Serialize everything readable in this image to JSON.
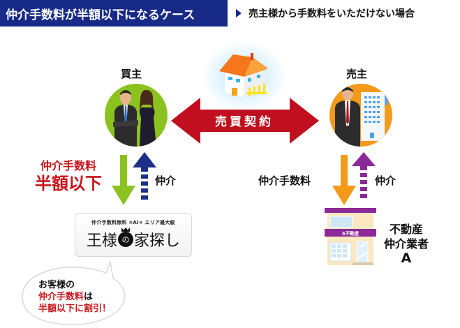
{
  "header": {
    "title": "仲介手数料が半額以下になるケース",
    "subtitle": "売主様から手数料をいただけない場合"
  },
  "parties": {
    "buyer": {
      "label": "買主",
      "circle_color": "#8cc21f"
    },
    "seller": {
      "label": "売主",
      "circle_color": "#f39a1a"
    }
  },
  "contract": {
    "label": "売買契約",
    "arrow_color": "#c0101f"
  },
  "buyer_flow": {
    "fee_line1": "仲介手数料",
    "fee_line2": "半額以下",
    "fee_arrow_color": "#8cc21f",
    "service_label": "仲介",
    "service_arrow_color": "#1c2f86"
  },
  "seller_flow": {
    "fee_label": "仲介手数料",
    "fee_arrow_color": "#f39a1a",
    "service_label": "仲介",
    "service_arrow_color": "#8b2a96"
  },
  "brand": {
    "tagline": "仲介手数料無料 ×AI× エリア最大級",
    "name_part1": "王様",
    "name_mid": "の",
    "name_part2": "家探し"
  },
  "agent": {
    "line1": "不動産",
    "line2": "仲介業者",
    "line3": "A",
    "sign_text": "A不動産",
    "sign_color": "#8b2a96"
  },
  "bubble": {
    "line1": "お客様の",
    "line2_red": "仲介手数料",
    "line2_black": "は",
    "line3": "半額以下に割引！"
  }
}
